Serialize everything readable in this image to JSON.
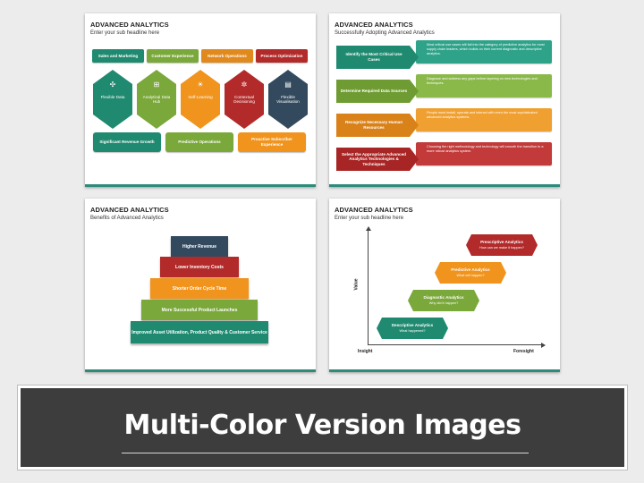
{
  "slide1": {
    "title": "ADVANCED ANALYTICS",
    "subtitle": "Enter your sub headline here",
    "tags": [
      {
        "label": "Sales and Marketing",
        "color": "#1f8a70"
      },
      {
        "label": "Customer Experience",
        "color": "#7aa83a"
      },
      {
        "label": "Network Operations",
        "color": "#e08a1e"
      },
      {
        "label": "Process Optimization",
        "color": "#b22a2a"
      }
    ],
    "hexes": [
      {
        "label": "Flexible Data",
        "icon": "flexible-data-icon",
        "glyph": "✣",
        "color": "#1f8a70"
      },
      {
        "label": "Analytical Data Hub",
        "icon": "data-hub-icon",
        "glyph": "⊞",
        "color": "#7aa83a"
      },
      {
        "label": "Self-Learning",
        "icon": "lightbulb-icon",
        "glyph": "☀",
        "color": "#f0941e"
      },
      {
        "label": "Contextual Decisioning",
        "icon": "network-icon",
        "glyph": "✲",
        "color": "#b22a2a"
      },
      {
        "label": "Flexible Visualisation",
        "icon": "chart-icon",
        "glyph": "▤",
        "color": "#334a5e"
      }
    ],
    "pills": [
      {
        "label": "Significant Revenue Growth",
        "color": "#1f8a70"
      },
      {
        "label": "Predictive Operations",
        "color": "#7aa83a"
      },
      {
        "label": "Proactive Subscriber Experience",
        "color": "#f0941e"
      }
    ]
  },
  "slide2": {
    "title": "ADVANCED ANALYTICS",
    "subtitle": "Successfully Adopting Advanced Analytics",
    "rows": [
      {
        "label": "Identify the Most Critical Use Cases",
        "desc": "Most critical use cases will fall into the category of predictive analytics for most supply chain leaders, which builds on their current diagnostic and descriptive analytics.",
        "color": "#1f8a70",
        "light": "#2ea389"
      },
      {
        "label": "Determine Required Data Sources",
        "desc": "Diagnose and address any gaps before layering on new technologies and techniques.",
        "color": "#6e9c32",
        "light": "#8ab94a"
      },
      {
        "label": "Recognize Necessary Human Resources",
        "desc": "People must install, operate and interact with even the most sophisticated advanced analytics systems.",
        "color": "#d9821a",
        "light": "#f0a030"
      },
      {
        "label": "Select the Appropriate Advanced Analytics Technologies & Techniques",
        "desc": "Choosing the right methodology and technology will smooth the transition to a more robust analytics system.",
        "color": "#a82525",
        "light": "#c23a3a"
      }
    ]
  },
  "slide3": {
    "title": "ADVANCED ANALYTICS",
    "subtitle": "Benefits of Advanced Analytics",
    "steps": [
      {
        "label": "Higher Revenue",
        "color": "#334a5e"
      },
      {
        "label": "Lower Inventory Costs",
        "color": "#b22a2a"
      },
      {
        "label": "Shorter Order Cycle Time",
        "color": "#f0941e"
      },
      {
        "label": "More Successful Product Launches",
        "color": "#7aa83a"
      },
      {
        "label": "Improved Asset Utilization, Product Quality & Customer Service",
        "color": "#1f8a70"
      }
    ]
  },
  "slide4": {
    "title": "ADVANCED ANALYTICS",
    "subtitle": "Enter your sub headline here",
    "y_label": "Value",
    "x_start": "Insight",
    "x_end": "Foresight",
    "stages": [
      {
        "title": "Descriptive Analytics",
        "question": "What happened?",
        "color": "#1f8a70"
      },
      {
        "title": "Diagnostic Analytics",
        "question": "Why did it happen?",
        "color": "#7aa83a"
      },
      {
        "title": "Predictive Analytics",
        "question": "What will happen?",
        "color": "#f0941e"
      },
      {
        "title": "Prescriptive Analytics",
        "question": "How can we make it happen?",
        "color": "#b22a2a"
      }
    ]
  },
  "banner": {
    "title": "Multi-Color Version Images"
  }
}
